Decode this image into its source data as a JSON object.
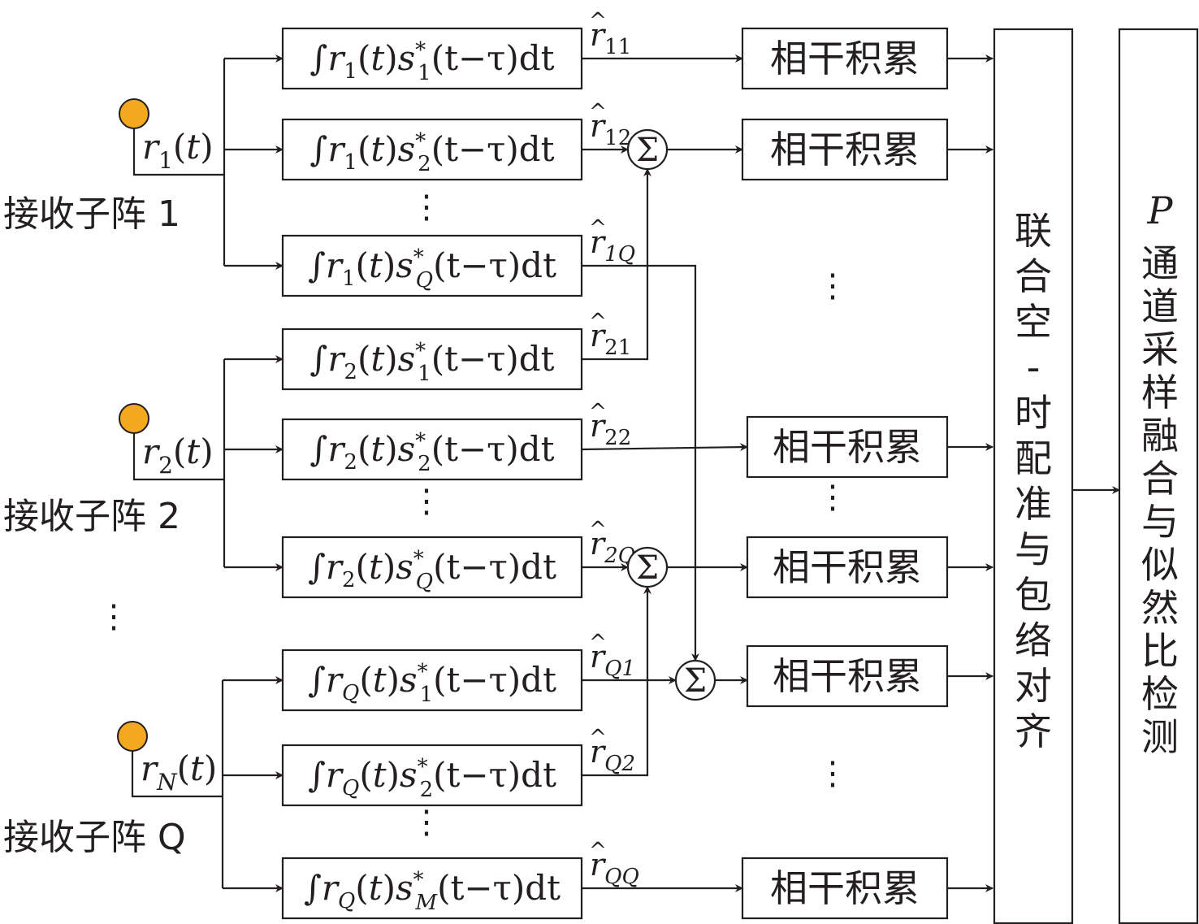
{
  "colors": {
    "stroke": "#231f20",
    "antenna": "#f3a91f",
    "background": "#ffffff"
  },
  "subarrays": [
    {
      "label": "接收子阵 1",
      "signal": "r",
      "signal_sub": "1"
    },
    {
      "label": "接收子阵 2",
      "signal": "r",
      "signal_sub": "2"
    },
    {
      "label": "接收子阵 Q",
      "signal": "r",
      "signal_sub": "N"
    }
  ],
  "ellipsis": "⋮",
  "correlators": [
    {
      "r": "1",
      "s": "1",
      "out": "11"
    },
    {
      "r": "1",
      "s": "2",
      "out": "12"
    },
    {
      "r": "1",
      "s": "Q",
      "out": "1Q"
    },
    {
      "r": "2",
      "s": "1",
      "out": "21"
    },
    {
      "r": "2",
      "s": "2",
      "out": "22"
    },
    {
      "r": "2",
      "s": "Q",
      "out": "2Q"
    },
    {
      "r": "Q",
      "s": "1",
      "out": "Q1"
    },
    {
      "r": "Q",
      "s": "2",
      "out": "Q2"
    },
    {
      "r": "Q",
      "s": "M",
      "out": "QQ"
    }
  ],
  "correlator_tail": "(t−τ)dt",
  "sum_symbol": "Σ",
  "accumulator_label": "相干积累",
  "alignment_block": "联合空-时配准与包络对齐",
  "detection_block": {
    "prefix": "P",
    "text": "通道采样融合与似然比检测"
  }
}
